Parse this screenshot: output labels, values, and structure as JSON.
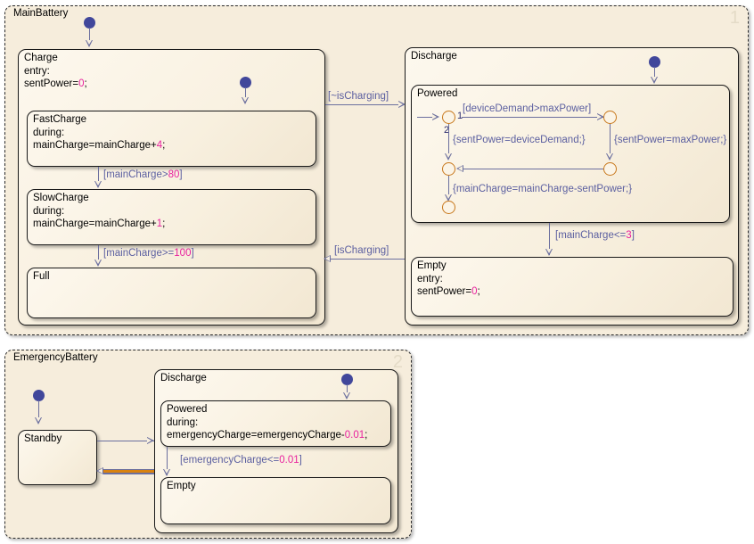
{
  "charts": [
    {
      "name": "MainBattery",
      "badge": "1",
      "states": {
        "charge": {
          "name": "Charge",
          "action_label": "entry:",
          "action": "sentPower=",
          "action_num": "0",
          "action_end": ";"
        },
        "fastcharge": {
          "name": "FastCharge",
          "action_label": "during:",
          "action": "mainCharge=mainCharge+",
          "action_num": "4",
          "action_end": ";"
        },
        "slowcharge": {
          "name": "SlowCharge",
          "action_label": "during:",
          "action": "mainCharge=mainCharge+",
          "action_num": "1",
          "action_end": ";"
        },
        "full": {
          "name": "Full"
        },
        "discharge": {
          "name": "Discharge"
        },
        "powered": {
          "name": "Powered"
        },
        "empty": {
          "name": "Empty",
          "action_label": "entry:",
          "action": "sentPower=",
          "action_num": "0",
          "action_end": ";"
        }
      },
      "transitions": {
        "charge_to_discharge": "[~isCharging]",
        "discharge_to_charge": "[isCharging]",
        "fast_to_slow_pre": "[mainCharge>",
        "fast_to_slow_num": "80",
        "fast_to_slow_post": "]",
        "slow_to_full_pre": "[mainCharge>=",
        "slow_to_full_num": "100",
        "slow_to_full_post": "]",
        "powered_to_empty_pre": "[mainCharge<=",
        "powered_to_empty_num": "3",
        "powered_to_empty_post": "]",
        "junction_cond": "[deviceDemand>maxPower]",
        "junction_act_left": "{sentPower=deviceDemand;}",
        "junction_act_right": "{sentPower=maxPower;}",
        "junction_act_bottom": "{mainCharge=mainCharge-sentPower;}",
        "junction_order_1": "1",
        "junction_order_2": "2"
      }
    },
    {
      "name": "EmergencyBattery",
      "badge": "2",
      "states": {
        "standby": {
          "name": "Standby"
        },
        "discharge": {
          "name": "Discharge"
        },
        "powered": {
          "name": "Powered",
          "action_label": "during:",
          "action": "emergencyCharge=emergencyCharge-",
          "action_num": "0.01",
          "action_end": ";"
        },
        "empty": {
          "name": "Empty"
        }
      },
      "transitions": {
        "powered_to_empty_pre": "[emergencyCharge<=",
        "powered_to_empty_num": "0.01",
        "powered_to_empty_post": "]"
      }
    }
  ],
  "colors": {
    "chart_background": "#f6eddc",
    "state_fill": "#fbf4e6",
    "state_border": "#1a1a1a",
    "transition": "#6b6f9e",
    "transition_label": "#5b5fa0",
    "literal_number": "#e8219e",
    "junction": "#c8781c",
    "default_transition_dot": "#41479b",
    "active_transition": "#d9820f",
    "badge": "#e4dbc7"
  }
}
